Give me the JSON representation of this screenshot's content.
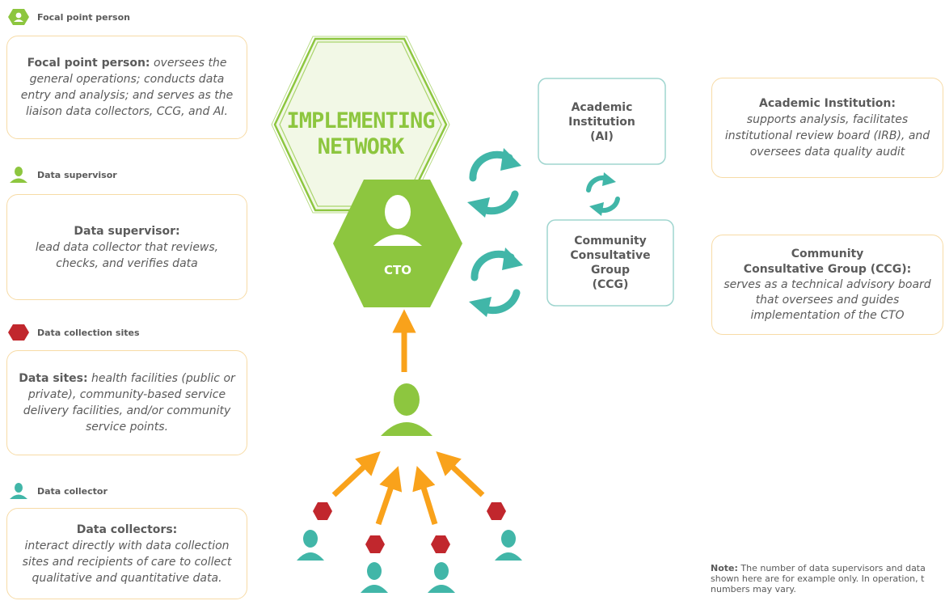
{
  "legend": {
    "focal": {
      "heading": "Focal point person",
      "title": "Focal point person:",
      "desc": "oversees the general operations; conducts data entry and analysis; and serves as the liaison data collectors, CCG, and AI.",
      "icon": "person-in-green-hexagon-icon"
    },
    "supervisor": {
      "heading": "Data supervisor",
      "title": "Data supervisor:",
      "desc": "lead data collector that reviews, checks, and verifies data",
      "icon": "green-person-icon"
    },
    "sites": {
      "heading": "Data collection sites",
      "title": "Data sites:",
      "desc": "health facilities (public or private), community-based service delivery facilities, and/or community service points.",
      "icon": "red-hexagon-icon"
    },
    "collector": {
      "heading": "Data collector",
      "title": "Data collectors:",
      "desc": "interact directly with data collection sites and recipients of care to collect qualitative and quantitative data.",
      "icon": "teal-person-icon"
    }
  },
  "center": {
    "network_line1": "IMPLEMENTING",
    "network_line2": "NETWORK",
    "cto_label": "CTO",
    "ai_box": {
      "line1": "Academic",
      "line2": "Institution",
      "line3": "(AI)"
    },
    "ccg_box": {
      "line1": "Community",
      "line2": "Consultative",
      "line3": "Group",
      "line4": "(CCG)"
    }
  },
  "right": {
    "ai": {
      "title": "Academic Institution:",
      "desc": "supports analysis, facilitates institutional review board (IRB), and oversees data quality audit"
    },
    "ccg": {
      "title_line1": "Community",
      "title_line2": "Consultative Group (CCG):",
      "desc": "serves as a technical advisory board that oversees and guides implementation of the CTO"
    }
  },
  "note": {
    "label": "Note:",
    "text_line1": " The number of data supervisors and data",
    "text_line2": "shown here are for example only. In operation, t",
    "text_line3": "numbers may vary."
  },
  "colors": {
    "green": "#8dc63f",
    "teal": "#41b6a8",
    "orange": "#f9a21b",
    "red": "#c1272d",
    "card_border": "#f7dba6"
  }
}
